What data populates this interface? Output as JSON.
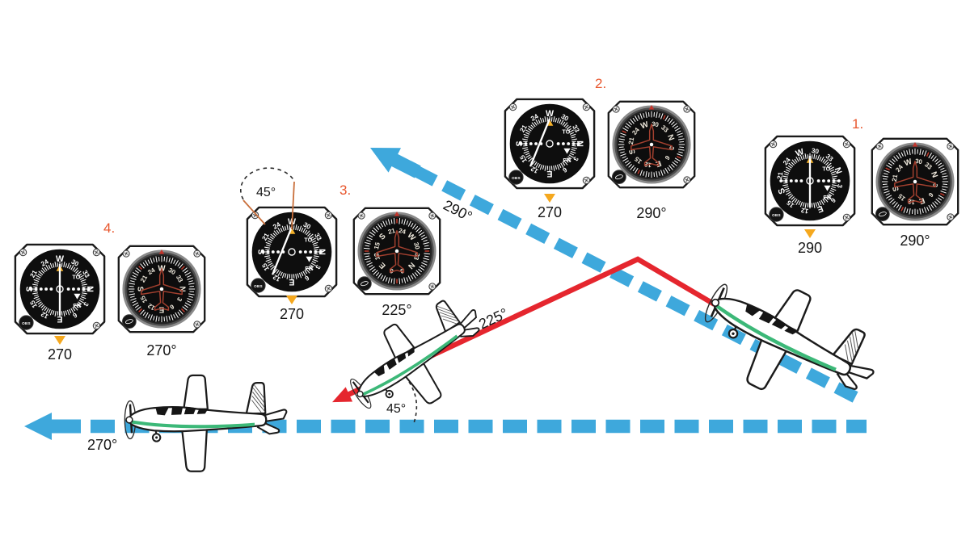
{
  "stations": [
    {
      "number": "1.",
      "vor": {
        "obs_course": 290,
        "needle_deflection_deg": 0,
        "course_label": "290"
      },
      "heading_indicator": {
        "heading": 290,
        "label": "290°"
      }
    },
    {
      "number": "2.",
      "vor": {
        "obs_course": 270,
        "needle_deflection_deg": 22,
        "course_label": "270"
      },
      "heading_indicator": {
        "heading": 290,
        "label": "290°"
      }
    },
    {
      "number": "3.",
      "vor": {
        "obs_course": 270,
        "needle_deflection_deg": 22,
        "course_label": "270"
      },
      "heading_indicator": {
        "heading": 225,
        "label": "225°"
      }
    },
    {
      "number": "4.",
      "vor": {
        "obs_course": 270,
        "needle_deflection_deg": 0,
        "course_label": "270"
      },
      "heading_indicator": {
        "heading": 270,
        "label": "270°"
      }
    }
  ],
  "compass_points": [
    "N",
    "3",
    "6",
    "E",
    "12",
    "15",
    "S",
    "21",
    "24",
    "W",
    "30",
    "33"
  ],
  "instrument_text": {
    "to_flag": "TO",
    "from_flag": "FR",
    "obs_knob": "OBS"
  },
  "course_lines": {
    "outbound": {
      "label": "290°",
      "color": "#3EA8DC",
      "style": "dashed-arrow"
    },
    "inbound": {
      "label": "270°",
      "color": "#3EA8DC",
      "style": "dashed-arrow"
    },
    "intercept": {
      "label": "225°",
      "color": "#E5262E",
      "style": "solid-arrow"
    }
  },
  "annotations": {
    "obs_angle": {
      "label": "45°"
    },
    "intercept_angle": {
      "label": "45°"
    }
  },
  "colors": {
    "path_blue": "#3EA8DC",
    "intercept_red": "#E5262E",
    "aircraft_green": "#3CB878",
    "course_index_yellow": "#F7B32B",
    "pointer_orange": "#F5A81E",
    "station_number_orange": "#E8562D",
    "leader_line_orange": "#C96F3B"
  }
}
